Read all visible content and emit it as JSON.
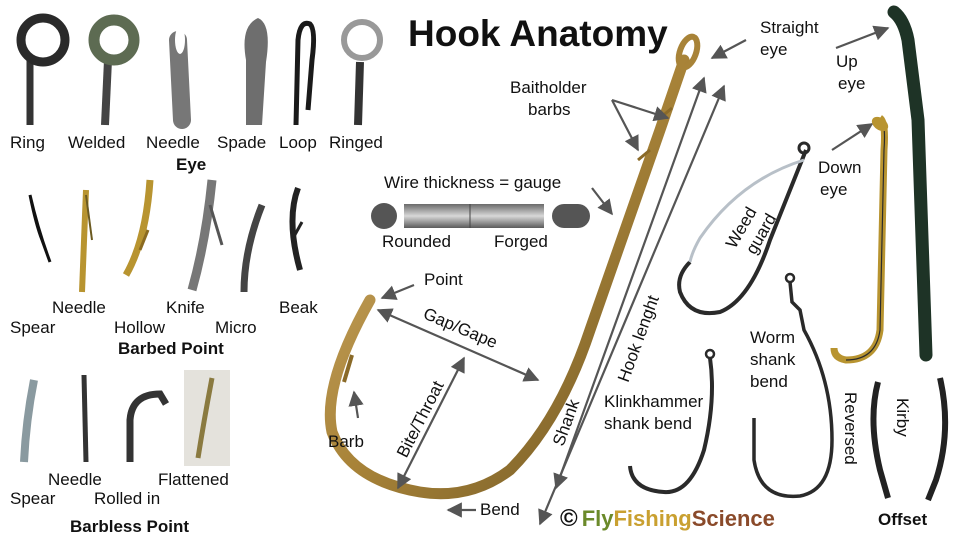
{
  "title": "Hook Anatomy",
  "eye_section": {
    "heading": "Eye",
    "items": [
      "Ring",
      "Welded",
      "Needle",
      "Spade",
      "Loop",
      "Ringed"
    ]
  },
  "barbed_point_section": {
    "heading": "Barbed Point",
    "items": [
      "Spear",
      "Needle",
      "Hollow",
      "Knife",
      "Micro",
      "Beak"
    ]
  },
  "barbless_point_section": {
    "heading": "Barbless Point",
    "items": [
      "Spear",
      "Needle",
      "Rolled in",
      "Flattened"
    ]
  },
  "gauge": {
    "label": "Wire thickness = gauge",
    "rounded": "Rounded",
    "forged": "Forged"
  },
  "hook_parts": {
    "straight_eye_1": "Straight",
    "straight_eye_2": "eye",
    "baitholder_1": "Baitholder",
    "baitholder_2": "barbs",
    "point": "Point",
    "gap": "Gap/Gape",
    "bite": "Bite/Throat",
    "barb": "Barb",
    "shank": "Shank",
    "hook_length": "Hook lenght",
    "bend": "Bend"
  },
  "variants": {
    "weed_guard_1": "Weed",
    "weed_guard_2": "guard",
    "worm_1": "Worm",
    "worm_2": "shank",
    "worm_3": "bend",
    "klink_1": "Klinkhammer",
    "klink_2": "shank bend",
    "up_eye_1": "Up",
    "up_eye_2": "eye",
    "down_eye_1": "Down",
    "down_eye_2": "eye",
    "reversed": "Reversed",
    "kirby": "Kirby",
    "offset": "Offset"
  },
  "logo": {
    "copyright": "©",
    "fly": "Fly",
    "fishing": "Fishing",
    "science": "Science"
  },
  "colors": {
    "hook_gold": "#b39048",
    "hook_dark": "#6b5424",
    "steel": "#3a3a3a",
    "arrow": "#555555"
  }
}
